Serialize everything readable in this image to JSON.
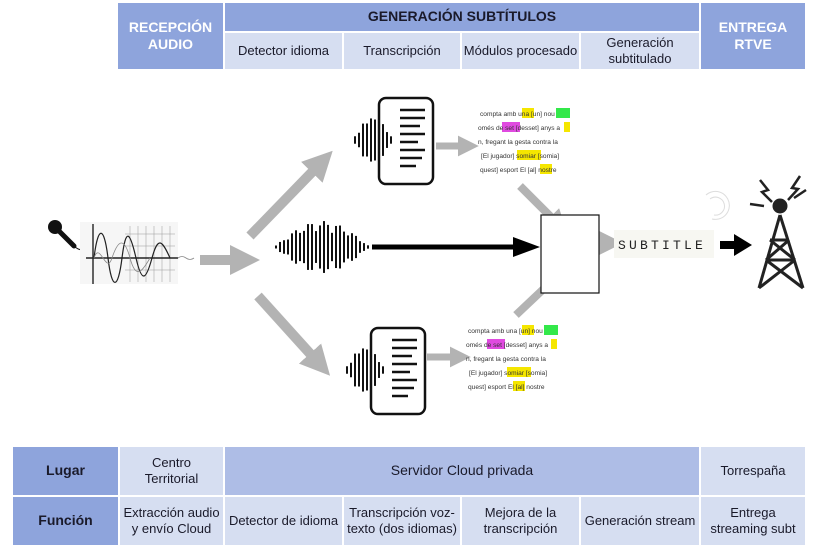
{
  "header": {
    "stage1": "RECEPCIÓN\nAUDIO",
    "stage2": "GENERACIÓN SUBTÍTULOS",
    "stage3": "ENTREGA\nRTVE",
    "substeps": [
      "Detector idioma",
      "Transcripción",
      "Módulos procesado",
      "Generación\nsubtitulado"
    ]
  },
  "diagram": {
    "transcript_lines": [
      "compta amb una [un] nou",
      "omés de set [desset] anys a",
      "n, fregant la gesta contra la",
      "[El jugador] somiar [somia]",
      "quest] esport El [al] nostre"
    ],
    "subtitle_text": "SUBTITLE",
    "colors": {
      "arrow_gray": "#b3b3b3",
      "highlight_yellow": "#f5e600",
      "highlight_green": "#33e84a",
      "highlight_magenta": "#e04ae0"
    }
  },
  "table": {
    "row1_label": "Lugar",
    "row2_label": "Función",
    "place_centro": "Centro\nTerritorial",
    "place_servidor": "Servidor Cloud privada",
    "place_torre": "Torrespaña",
    "func_extraccion": "Extracción audio\ny envío Cloud",
    "func_detector": "Detector de idioma",
    "func_transcripcion": "Transcripción voz-\ntexto (dos idiomas)",
    "func_mejora": "Mejora de la\ntranscripción",
    "func_generacion": "Generación stream",
    "func_entrega": "Entrega\nstreaming subt"
  }
}
